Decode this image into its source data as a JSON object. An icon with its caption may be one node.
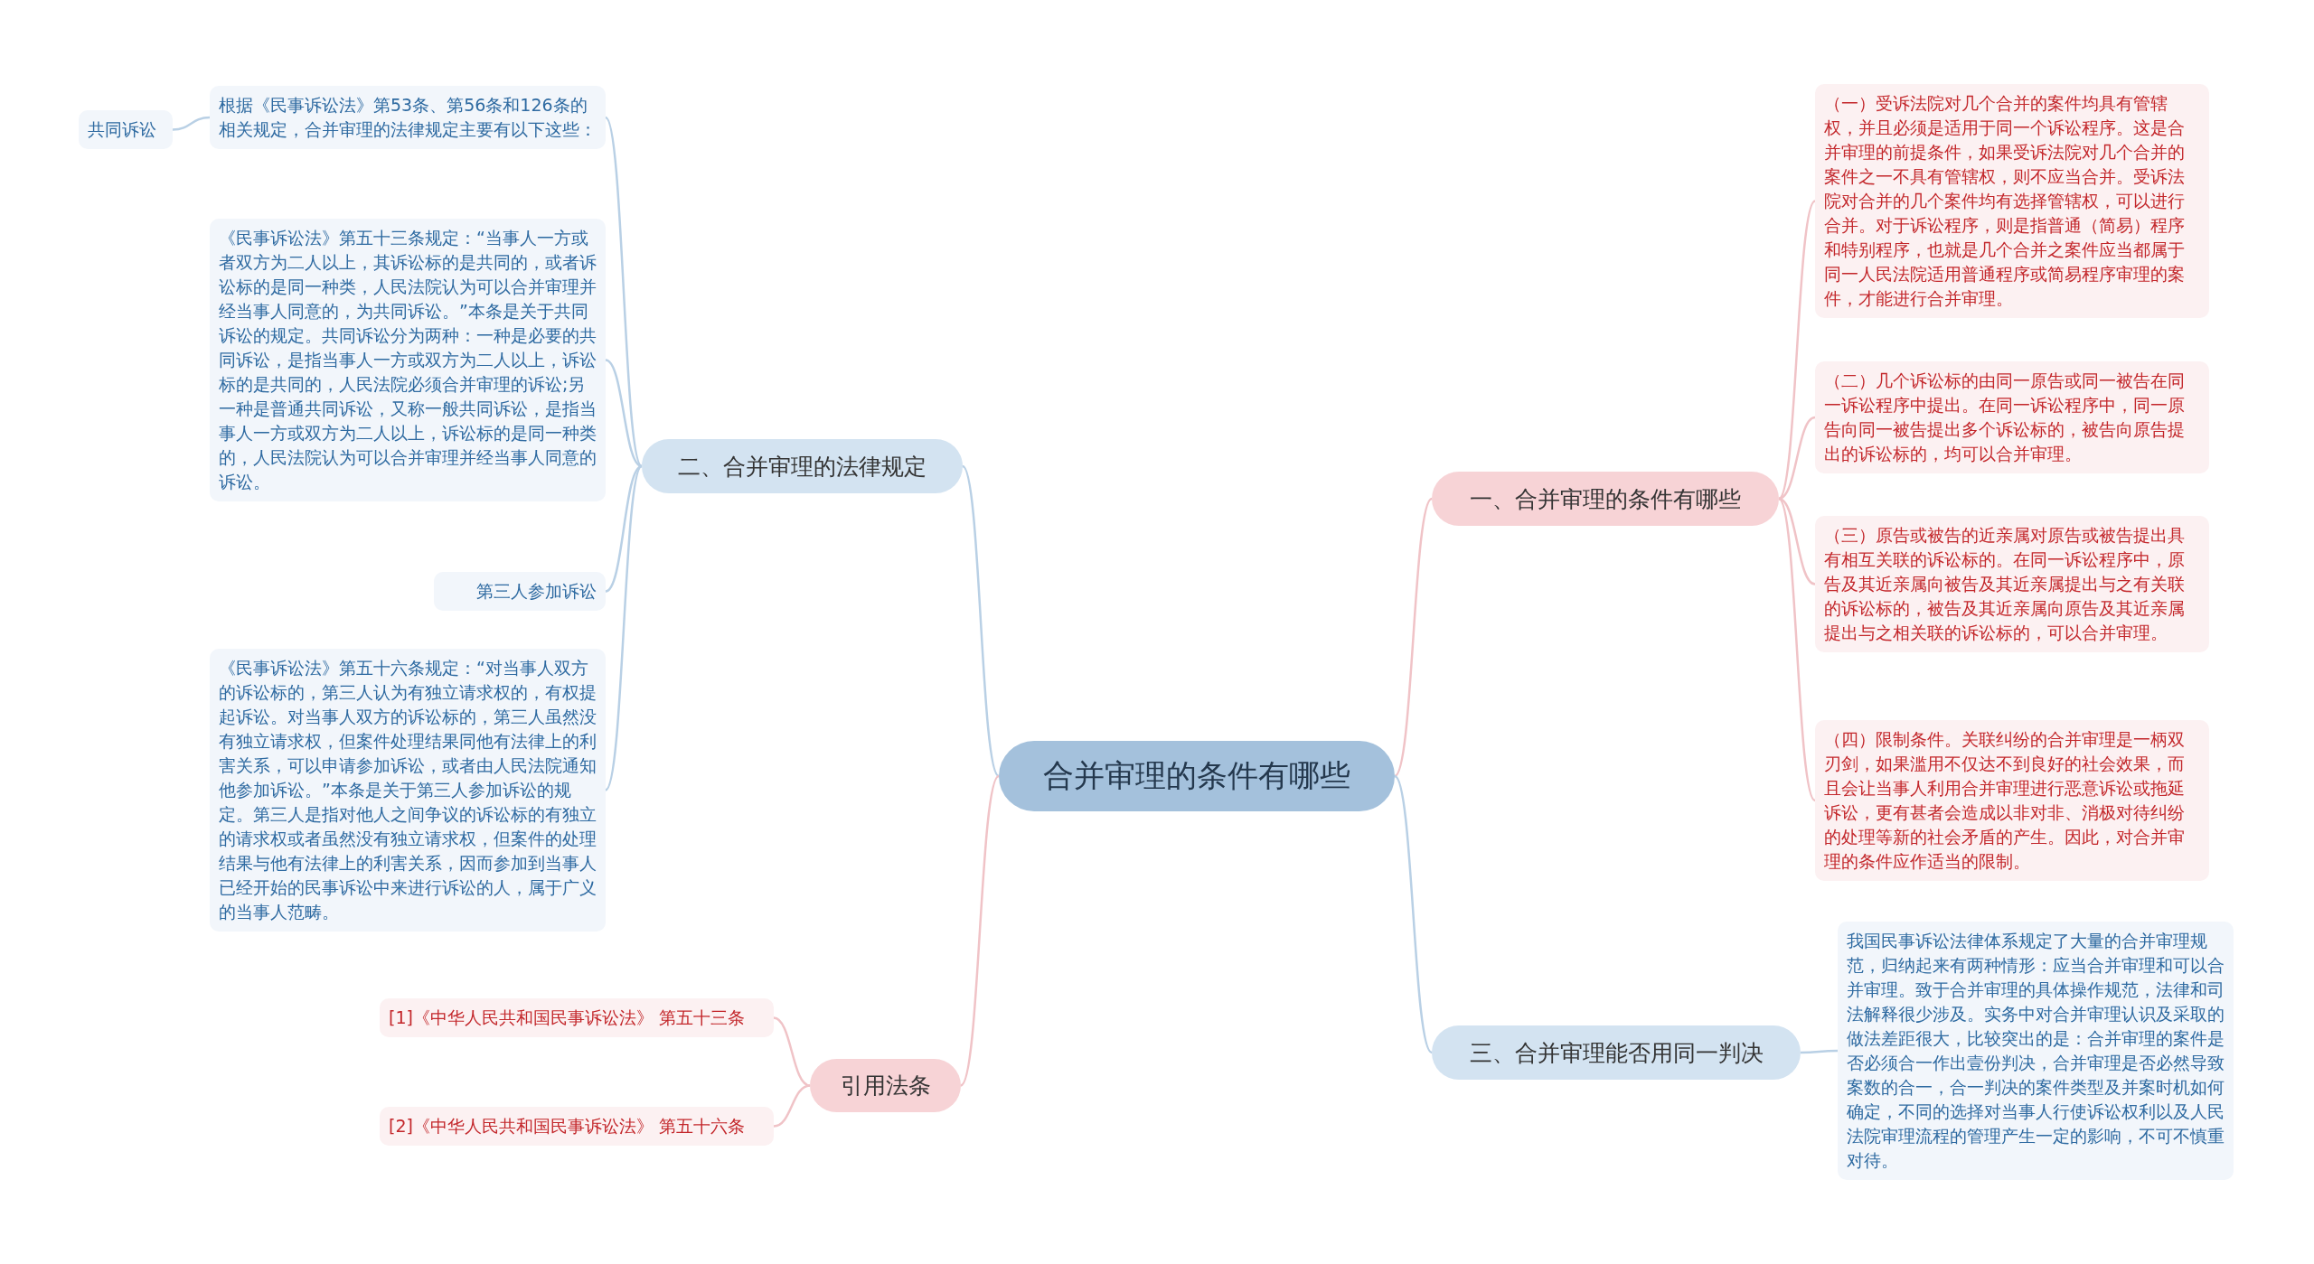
{
  "diagram": {
    "nodes": [
      {
        "text": [
          "合并审理的条件有哪些"
        ]
      },
      {
        "text": [
          "一、合并审理的条件有哪些"
        ]
      },
      {
        "text": [
          "（一）受诉法院对几个合并的案件均具有管辖权，并且必须是适用于同一个诉讼程序。这是合并审理的前提条件，如果受诉法院对几个合并的案件之一不具有管辖权，则不应当合并。受诉法院对合并的几个案件均有选择管辖权，可以进行合并。对于诉讼程序，则是指普通（简易）程序和特别程序，也就是几个合并之案件应当都属于同一人民法院适用普通程序或简易程序审理的案件，才能进行合并审理。"
        ]
      },
      {
        "text": [
          "（二）几个诉讼标的由同一原告或同一被告在同一诉讼程序中提出。在同一诉讼程序中，同一原告向同一被告提出多个诉讼标的，被告向原告提出的诉讼标的，均可以合并审理。"
        ]
      },
      {
        "text": [
          "（三）原告或被告的近亲属对原告或被告提出具有相互关联的诉讼标的。在同一诉讼程序中，原告及其近亲属向被告及其近亲属提出与之有关联的诉讼标的，被告及其近亲属向原告及其近亲属提出与之相关联的诉讼标的，可以合并审理。"
        ]
      },
      {
        "text": [
          "（四）限制条件。关联纠纷的合并审理是一柄双刃剑，如果滥用不仅达不到良好的社会效果，而且会让当事人利用合并审理进行恶意诉讼或拖延诉讼，更有甚者会造成以非对非、消极对待纠纷的处理等新的社会矛盾的产生。因此，对合并审理的条件应作适当的限制。"
        ]
      },
      {
        "text": [
          "二、合并审理的法律规定"
        ]
      },
      {
        "text": [
          "根据《民事诉讼法》第53条、第56条和126条的相关规定，合并审理的法律规定主要有以下这些："
        ]
      },
      {
        "text": [
          "共同诉讼"
        ]
      },
      {
        "text": [
          "《民事诉讼法》第五十三条规定：“当事人一方或者双方为二人以上，其诉讼标的是共同的，或者诉讼标的是同一种类，人民法院认为可以合并审理并经当事人同意的，为共同诉讼。”本条是关于共同诉讼的规定。共同诉讼分为两种：一种是必要的共同诉讼，是指当事人一方或双方为二人以上，诉讼标的是共同的，人民法院必须合并审理的诉讼;另一种是普通共同诉讼，又称一般共同诉讼，是指当事人一方或双方为二人以上，诉讼标的是同一种类的，人民法院认为可以合并审理并经当事人同意的诉讼。"
        ]
      },
      {
        "text": [
          "第三人参加诉讼"
        ]
      },
      {
        "text": [
          "《民事诉讼法》第五十六条规定：“对当事人双方的诉讼标的，第三人认为有独立请求权的，有权提起诉讼。对当事人双方的诉讼标的，第三人虽然没有独立请求权，但案件处理结果同他有法律上的利害关系，可以申请参加诉讼，或者由人民法院通知他参加诉讼。”本条是关于第三人参加诉讼的规定。第三人是指对他人之间争议的诉讼标的有独立的请求权或者虽然没有独立请求权，但案件的处理结果与他有法律上的利害关系，因而参加到当事人已经开始的民事诉讼中来进行诉讼的人，属于广义的当事人范畴。"
        ]
      },
      {
        "text": [
          "引用法条"
        ]
      },
      {
        "text": [
          "[1]《中华人民共和国民事诉讼法》 第五十三条"
        ]
      },
      {
        "text": [
          "[2]《中华人民共和国民事诉讼法》 第五十六条"
        ]
      },
      {
        "text": [
          "三、合并审理能否用同一判决"
        ]
      },
      {
        "text": [
          "我国民事诉讼法律体系规定了大量的合并审理规范，归纳起来有两种情形：应当合并审理和可以合并审理。致于合并审理的具体操作规范，法律和司法解释很少涉及。实务中对合并审理认识及采取的做法差距很大，比较突出的是：合并审理的案件是否必须合一作出壹份判决，合并审理是否必然导致案数的合一，合一判决的案件类型及并案时机如何确定，不同的选择对当事人行使诉讼权利以及人民法院审理流程的管理产生一定的影响，不可不慎重对待。"
        ]
      }
    ],
    "edges": [
      {
        "from": 0,
        "to": 1,
        "arrow": "none",
        "color": "#f0c3c7"
      },
      {
        "from": 1,
        "to": 2,
        "arrow": "none",
        "color": "#f0c3c7"
      },
      {
        "from": 1,
        "to": 3,
        "arrow": "none",
        "color": "#f0c3c7"
      },
      {
        "from": 1,
        "to": 4,
        "arrow": "none",
        "color": "#f0c3c7"
      },
      {
        "from": 1,
        "to": 5,
        "arrow": "none",
        "color": "#f0c3c7"
      },
      {
        "from": 0,
        "to": 6,
        "arrow": "none"
      },
      {
        "from": 6,
        "to": 7,
        "arrow": "none"
      },
      {
        "from": 7,
        "to": 8,
        "arrow": "none"
      },
      {
        "from": 6,
        "to": 9,
        "arrow": "none"
      },
      {
        "from": 6,
        "to": 10,
        "arrow": "none"
      },
      {
        "from": 6,
        "to": 11,
        "arrow": "none"
      },
      {
        "from": 0,
        "to": 12,
        "arrow": "none",
        "color": "#f0c3c7"
      },
      {
        "from": 12,
        "to": 13,
        "arrow": "none",
        "color": "#f0c3c7"
      },
      {
        "from": 12,
        "to": 14,
        "arrow": "none",
        "color": "#f0c3c7"
      },
      {
        "from": 0,
        "to": 15,
        "arrow": "none"
      },
      {
        "from": 15,
        "to": 16,
        "arrow": "none"
      }
    ]
  }
}
